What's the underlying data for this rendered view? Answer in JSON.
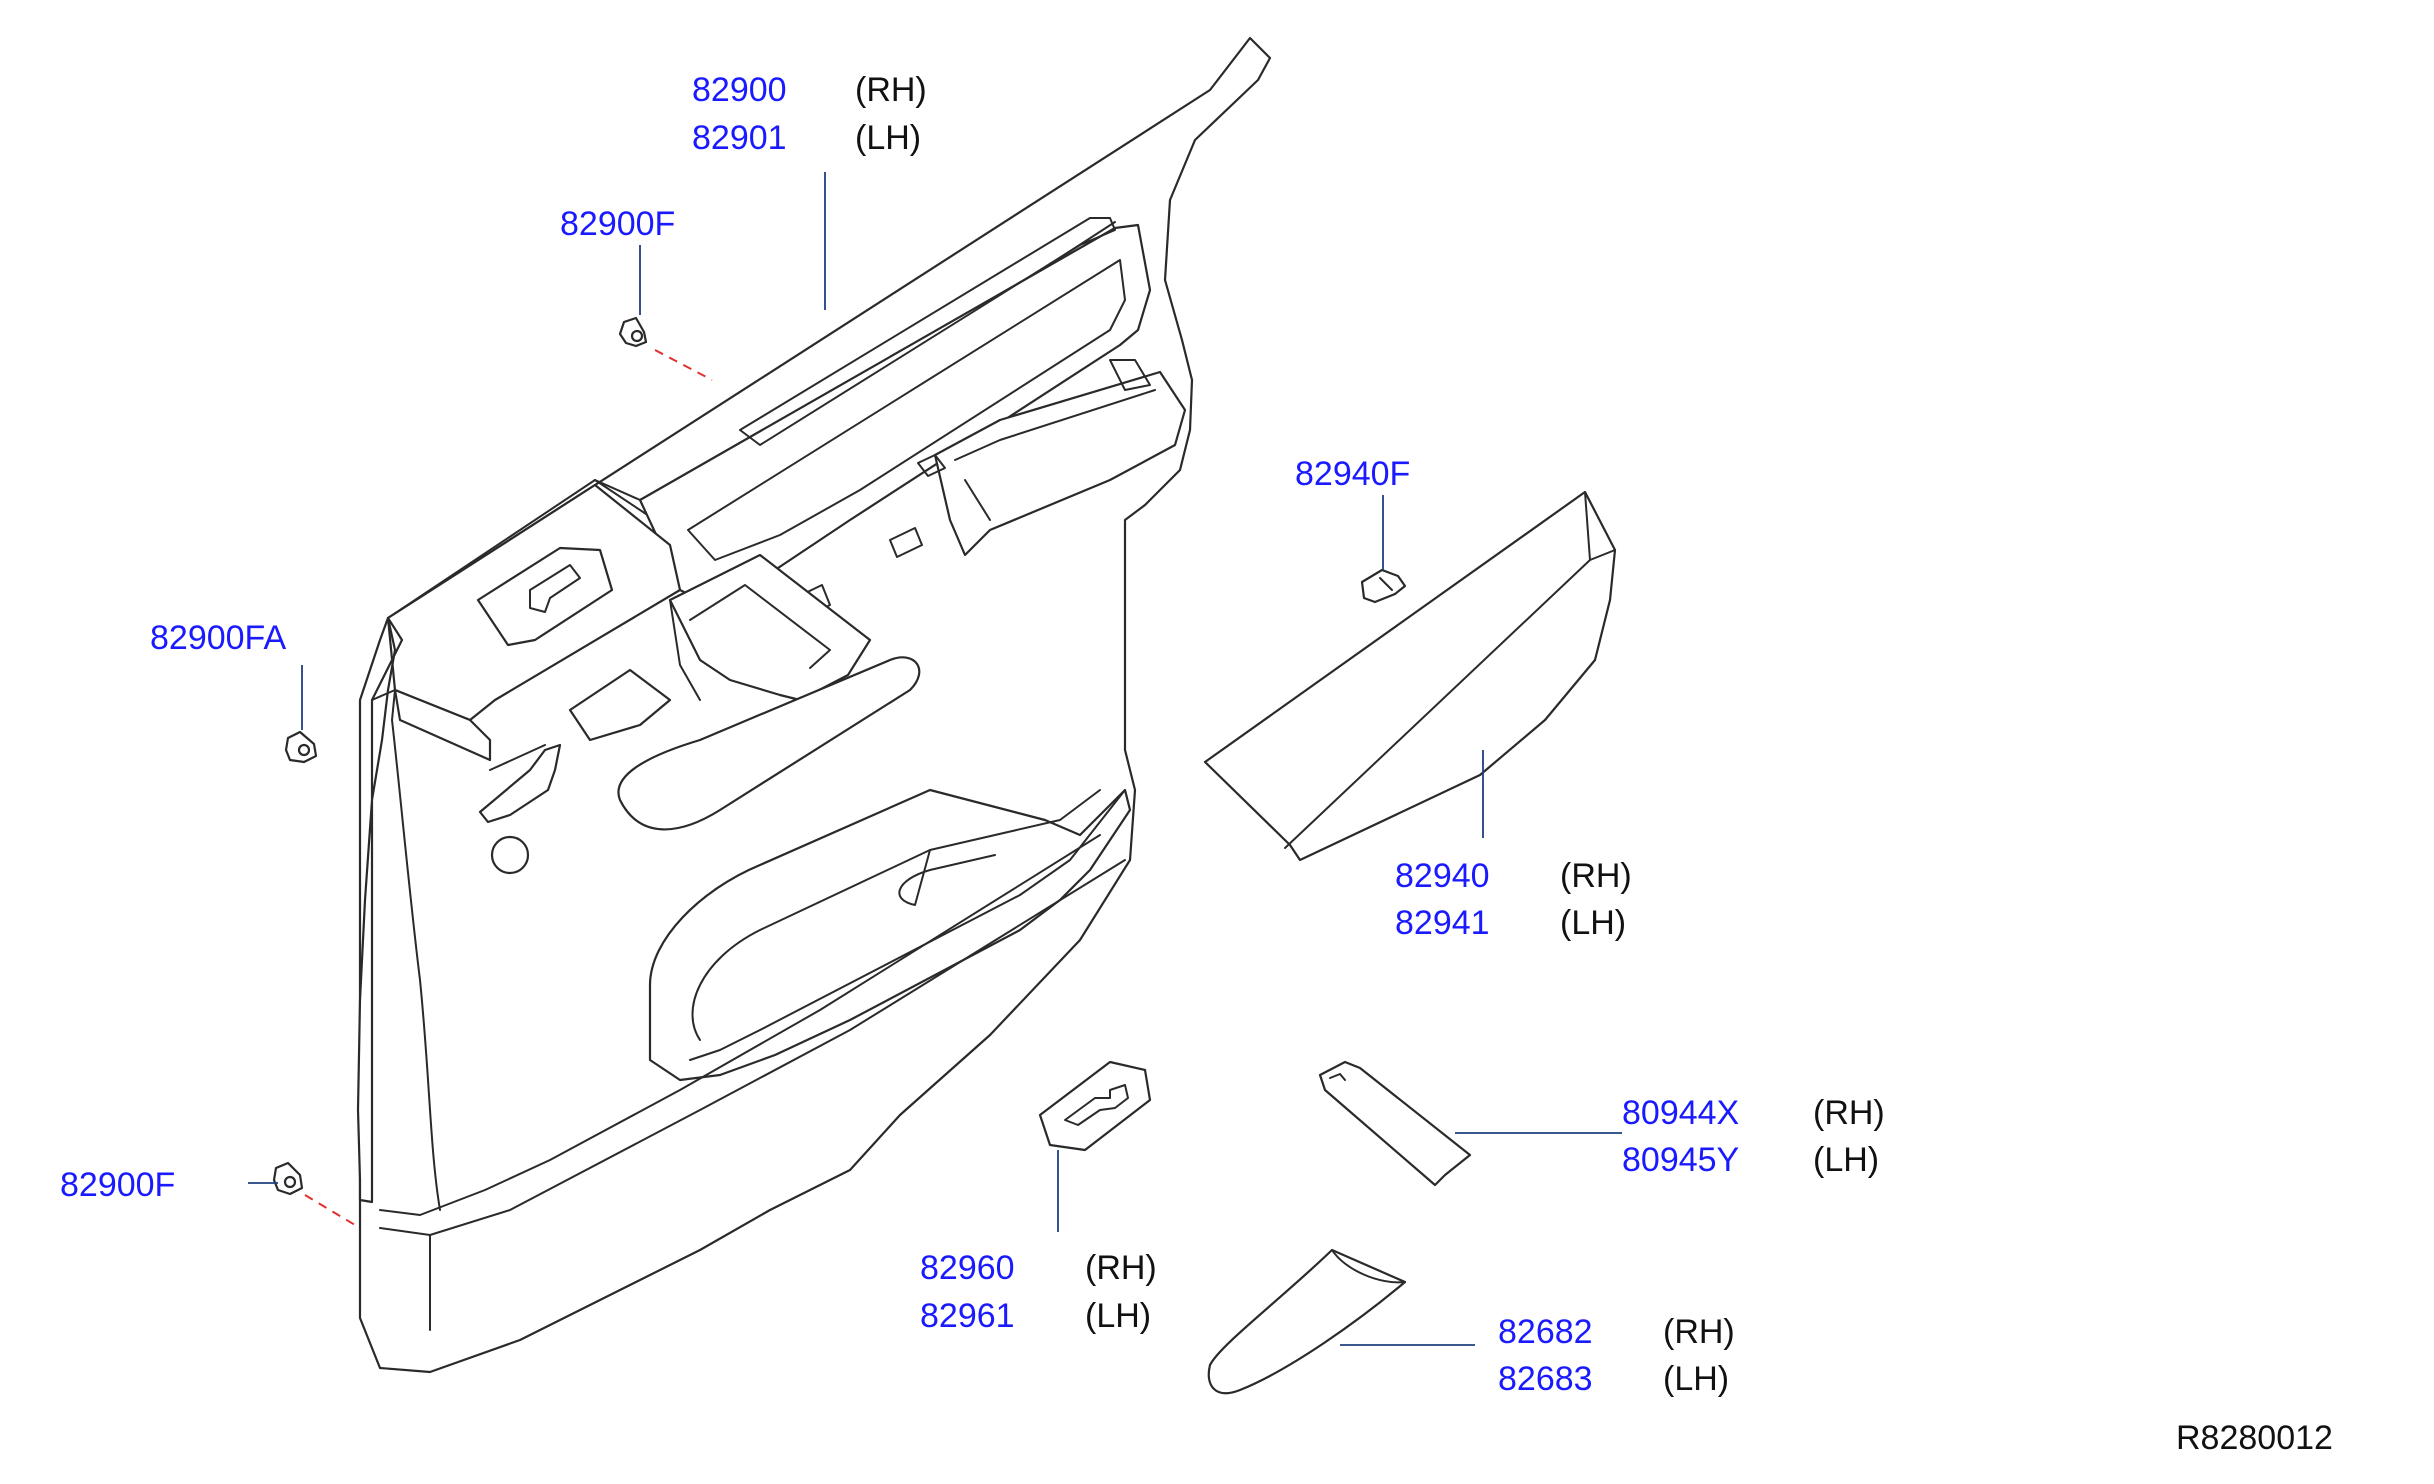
{
  "colors": {
    "part_number": "#1a1aff",
    "side_label": "#111111",
    "outline": "#2a2a2a",
    "leader_line": "#1f3f7f",
    "clip_dash": "#e03030"
  },
  "callouts": {
    "panel": {
      "pn_rh": "82900",
      "side_rh": "(RH)",
      "pn_lh": "82901",
      "side_lh": "(LH)"
    },
    "clip_top": {
      "pn": "82900F"
    },
    "clip_side": {
      "pn": "82900FA"
    },
    "clip_bottom": {
      "pn": "82900F"
    },
    "clip_armrest": {
      "pn": "82940F"
    },
    "armrest": {
      "pn_rh": "82940",
      "side_rh": "(RH)",
      "pn_lh": "82941",
      "side_lh": "(LH)"
    },
    "escutcheon": {
      "pn_rh": "82960",
      "side_rh": "(RH)",
      "pn_lh": "82961",
      "side_lh": "(LH)"
    },
    "lid": {
      "pn_rh": "80944X",
      "side_rh": "(RH)",
      "pn_lh": "80945Y",
      "side_lh": "(LH)"
    },
    "pocket": {
      "pn_rh": "82682",
      "side_rh": "(RH)",
      "pn_lh": "82683",
      "side_lh": "(LH)"
    }
  },
  "figure_ref": "R8280012"
}
